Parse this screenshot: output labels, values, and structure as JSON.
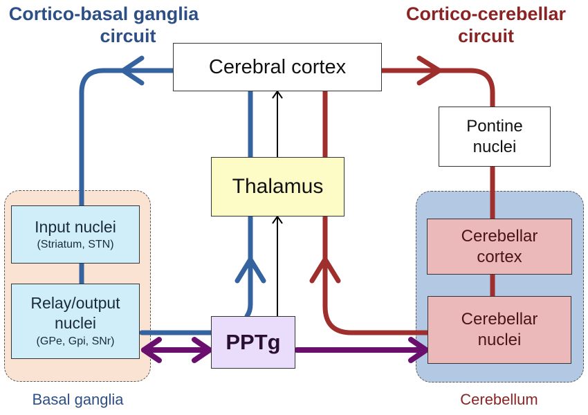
{
  "titles": {
    "left": {
      "line1": "Cortico-basal ganglia",
      "line2": "circuit"
    },
    "right": {
      "line1": "Cortico-cerebellar",
      "line2": "circuit"
    }
  },
  "regions": {
    "basal_ganglia": {
      "label": "Basal ganglia"
    },
    "cerebellum": {
      "label": "Cerebellum"
    }
  },
  "nodes": {
    "cerebral_cortex": {
      "label": "Cerebral cortex"
    },
    "thalamus": {
      "label": "Thalamus"
    },
    "pontine_nuclei": {
      "line1": "Pontine",
      "line2": "nuclei"
    },
    "input_nuclei": {
      "line1": "Input nuclei",
      "line2": "(Striatum, STN)"
    },
    "relay_output_nuclei": {
      "line1": "Relay/output",
      "line2": "nuclei",
      "line3": "(GPe, Gpi, SNr)"
    },
    "ppTg": {
      "label": "PPTg"
    },
    "cerebellar_cortex": {
      "line1": "Cerebellar",
      "line2": "cortex"
    },
    "cerebellar_nuclei": {
      "line1": "Cerebellar",
      "line2": "nuclei"
    }
  },
  "colors": {
    "basal_ganglia_circuit": "#3563a0",
    "cerebellar_circuit": "#9e2f2c",
    "ppTg_projection": "#6a0f6e",
    "thalamic_projection": "#000000",
    "basal_ganglia_fill": "#fbe3d3",
    "cerebellum_fill": "#b3c9e3",
    "bg_node_fill": "#cfeefa",
    "cb_node_fill": "#ebb9b9",
    "thalamus_fill": "#fdfbc6",
    "ppTg_fill": "#eadcfb"
  }
}
